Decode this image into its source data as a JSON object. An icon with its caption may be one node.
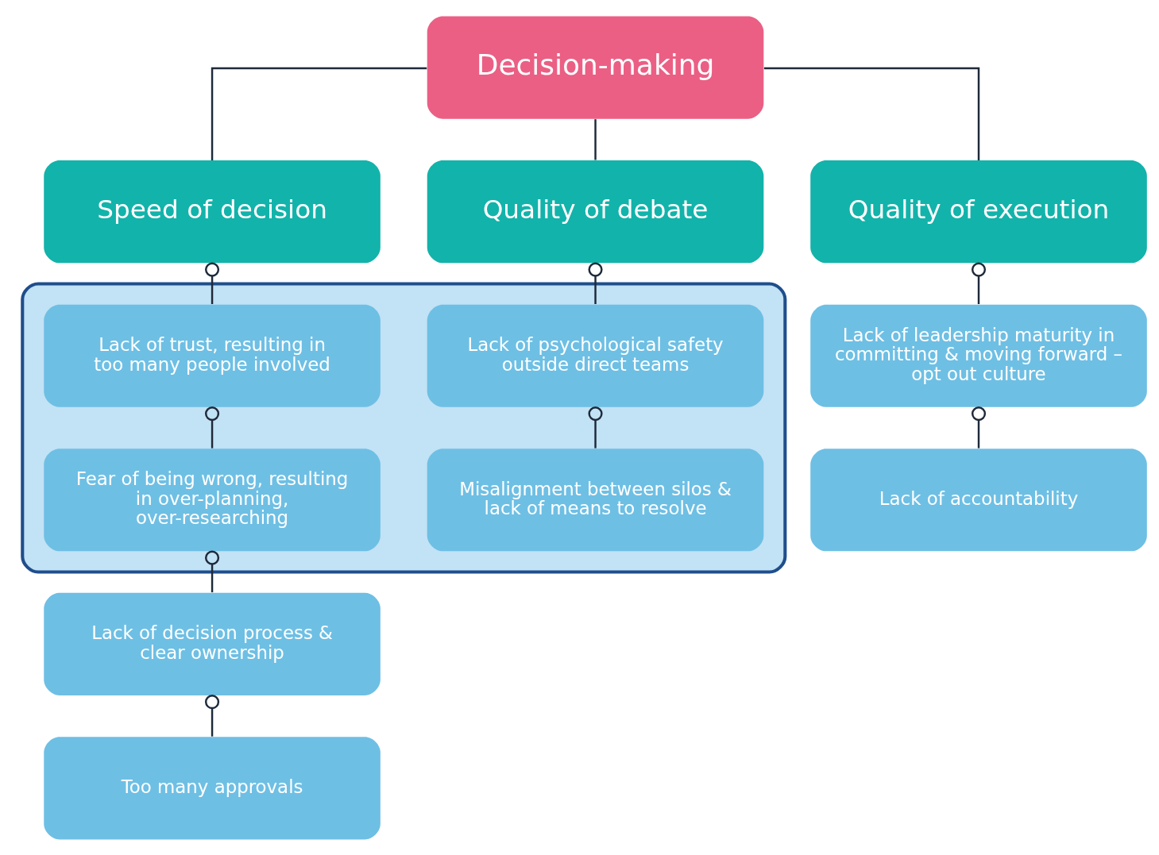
{
  "diagram": {
    "nodes": [
      {
        "text": [
          "Decision-making"
        ]
      },
      {
        "text": [
          "Speed of decision"
        ]
      },
      {
        "text": [
          "Quality of debate"
        ]
      },
      {
        "text": [
          "Quality of execution"
        ]
      },
      {
        "text": [],
        "shape": "box"
      },
      {
        "text": [
          "Lack of trust, resulting in too many people involved"
        ],
        "in": 4
      },
      {
        "text": [
          "Lack of psychological safety outside direct teams"
        ],
        "in": 4
      },
      {
        "text": [
          "Fear of being wrong, resulting in over-planning, over-researching"
        ],
        "in": 4
      },
      {
        "text": [
          "Misalignment between silos & lack of means to resolve"
        ],
        "in": 4
      },
      {
        "text": [
          "Lack of leadership maturity in committing & moving forward – opt out culture"
        ]
      },
      {
        "text": [
          "Lack of accountability"
        ]
      },
      {
        "text": [
          "Lack of decision process & clear ownership"
        ]
      },
      {
        "text": [
          "Too many approvals"
        ]
      }
    ],
    "edges": [
      {
        "from": 0,
        "to": 1,
        "arrow": "none"
      },
      {
        "from": 0,
        "to": 2,
        "arrow": "none"
      },
      {
        "from": 0,
        "to": 3,
        "arrow": "none"
      },
      {
        "from": 1,
        "to": 5,
        "arrow": "other"
      },
      {
        "from": 5,
        "to": 7,
        "arrow": "other"
      },
      {
        "from": 7,
        "to": 11,
        "arrow": "other"
      },
      {
        "from": 11,
        "to": 12,
        "arrow": "other"
      },
      {
        "from": 2,
        "to": 6,
        "arrow": "other"
      },
      {
        "from": 6,
        "to": 8,
        "arrow": "other"
      },
      {
        "from": 3,
        "to": 9,
        "arrow": "other"
      },
      {
        "from": 9,
        "to": 10,
        "arrow": "other"
      }
    ]
  }
}
